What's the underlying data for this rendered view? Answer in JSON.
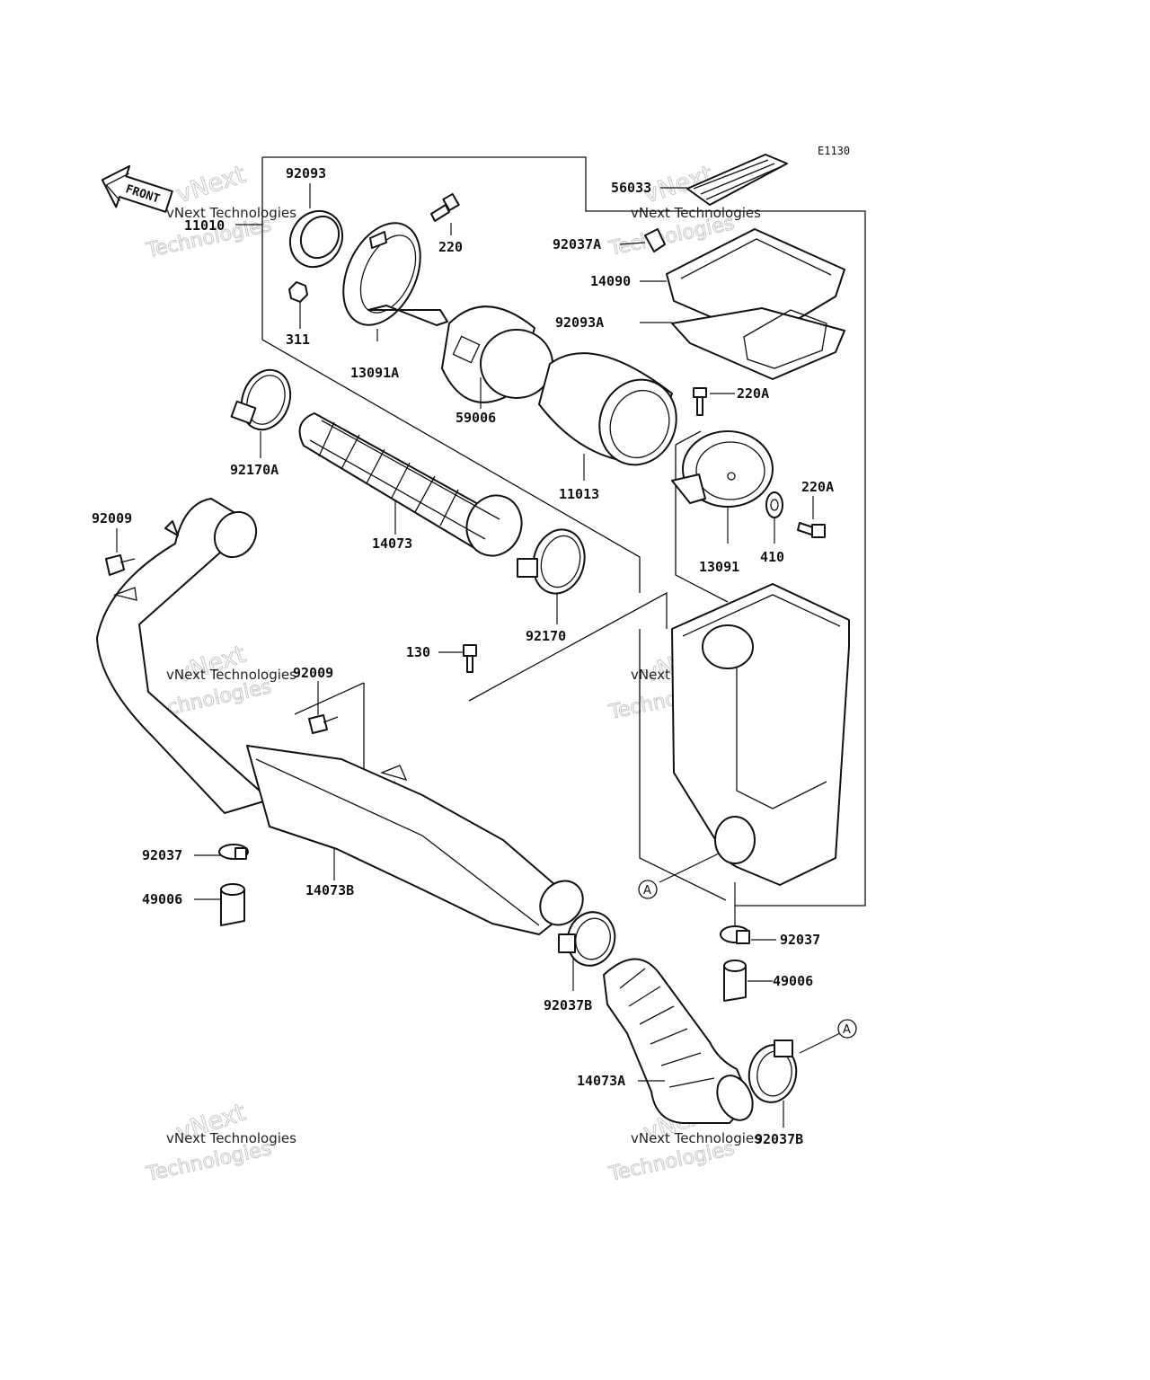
{
  "diagram_code": "E1130",
  "front_label": "FRONT",
  "ref_marker": "A",
  "watermark": {
    "line1": "vNext Technologies",
    "line2": "vNext",
    "line3": "Technologies"
  },
  "parts": {
    "p92093": "92093",
    "p11010": "11010",
    "p220": "220",
    "p311": "311",
    "p13091A": "13091A",
    "p59006": "59006",
    "p56033": "56033",
    "p92037A": "92037A",
    "p14090": "14090",
    "p92093A": "92093A",
    "p220A_top": "220A",
    "p11013": "11013",
    "p92170A": "92170A",
    "p220A_side": "220A",
    "p92009_top": "92009",
    "p14073": "14073",
    "p13091": "13091",
    "p410": "410",
    "p92170": "92170",
    "p130": "130",
    "p92009_mid": "92009",
    "p92037_left": "92037",
    "p14073B": "14073B",
    "p49006_left": "49006",
    "p92037_right": "92037",
    "p49006_right": "49006",
    "p92037B_mid": "92037B",
    "p14073A": "14073A",
    "p92037B_bottom": "92037B"
  }
}
